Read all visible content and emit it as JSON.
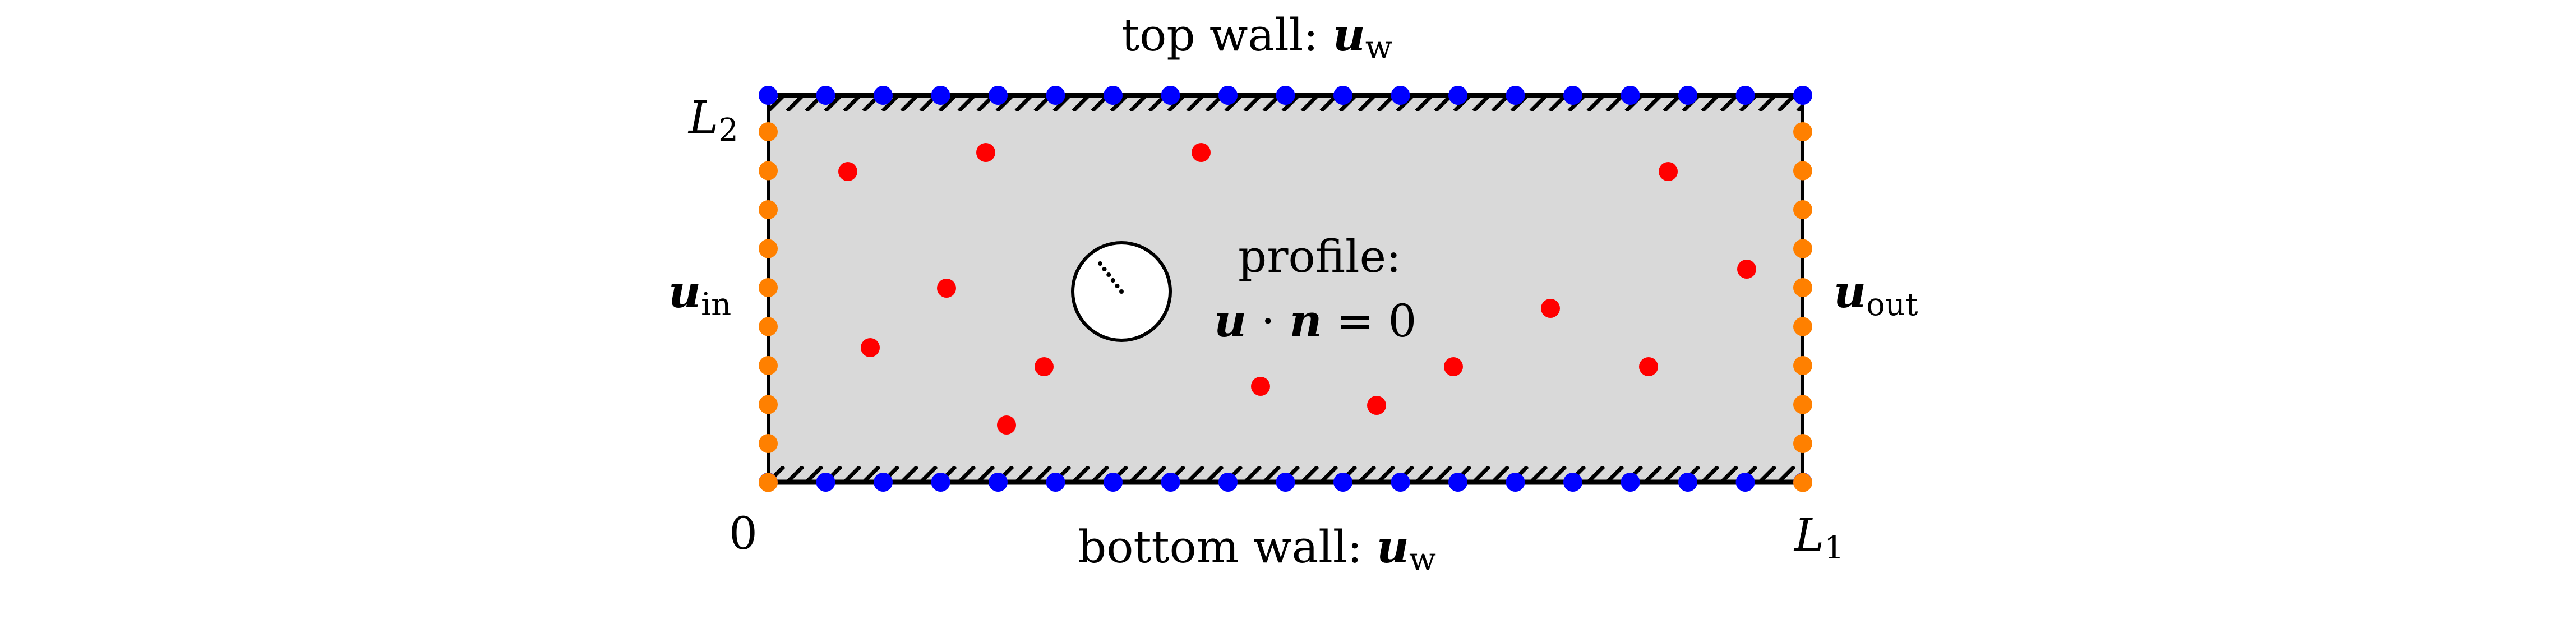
{
  "labels": {
    "top_wall": "top wall:",
    "bottom_wall": "bottom wall:",
    "wall_vec": "u",
    "wall_sub": "w",
    "inlet_vec": "u",
    "inlet_sub": "in",
    "outlet_vec": "u",
    "outlet_sub": "out",
    "profile": "profile:",
    "profile_eq_u": "u",
    "profile_eq_dot": "·",
    "profile_eq_n": "n",
    "profile_eq_rhs": "= 0",
    "L2": "L",
    "L2_sub": "2",
    "L1": "L",
    "L1_sub": "1",
    "origin": "0"
  },
  "colors": {
    "domain_fill": "#d9d9d9",
    "wall_points": "#0000ff",
    "inlet_outlet_points": "#ff8000",
    "interior_points": "#ff0000",
    "outline": "#000000"
  }
}
